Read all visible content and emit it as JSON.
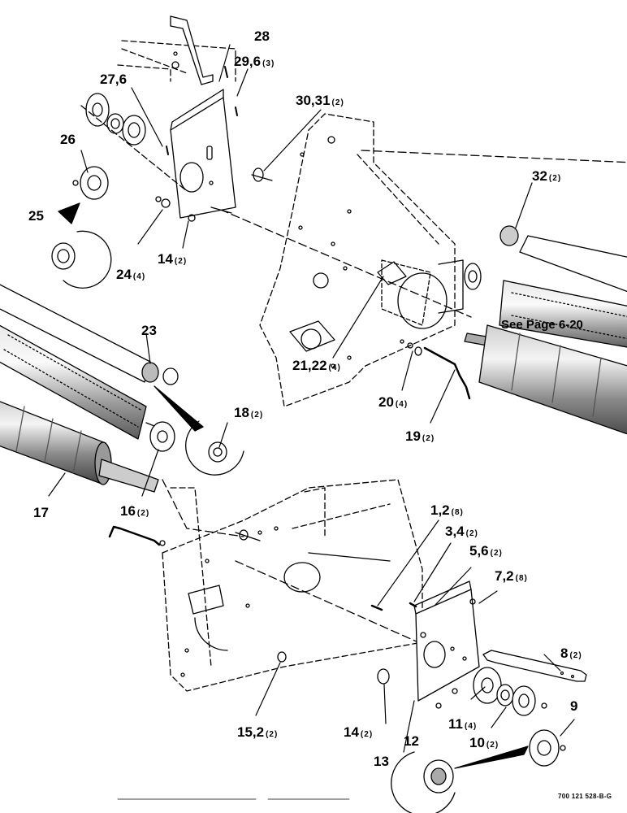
{
  "labels": [
    {
      "id": "28",
      "n": "28",
      "q": ""
    },
    {
      "id": "29-6",
      "n": "29,6",
      "q": "(3)"
    },
    {
      "id": "27-6",
      "n": "27,6",
      "q": ""
    },
    {
      "id": "30-31",
      "n": "30,31",
      "q": "(2)"
    },
    {
      "id": "26",
      "n": "26",
      "q": ""
    },
    {
      "id": "32",
      "n": "32",
      "q": "(2)"
    },
    {
      "id": "25",
      "n": "25",
      "q": ""
    },
    {
      "id": "14-top",
      "n": "14",
      "q": "(2)"
    },
    {
      "id": "24",
      "n": "24",
      "q": "(4)"
    },
    {
      "id": "23",
      "n": "23",
      "q": ""
    },
    {
      "id": "21-22",
      "n": "21,22",
      "q": "(4)"
    },
    {
      "id": "20",
      "n": "20",
      "q": "(4)"
    },
    {
      "id": "18",
      "n": "18",
      "q": "(2)"
    },
    {
      "id": "19",
      "n": "19",
      "q": "(2)"
    },
    {
      "id": "16",
      "n": "16",
      "q": "(2)"
    },
    {
      "id": "17",
      "n": "17",
      "q": ""
    },
    {
      "id": "1-2",
      "n": "1,2",
      "q": "(8)"
    },
    {
      "id": "3-4",
      "n": "3,4",
      "q": "(2)"
    },
    {
      "id": "5-6",
      "n": "5,6",
      "q": "(2)"
    },
    {
      "id": "7-2",
      "n": "7,2",
      "q": "(8)"
    },
    {
      "id": "8",
      "n": "8",
      "q": "(2)"
    },
    {
      "id": "9",
      "n": "9",
      "q": ""
    },
    {
      "id": "11",
      "n": "11",
      "q": "(4)"
    },
    {
      "id": "10",
      "n": "10",
      "q": "(2)"
    },
    {
      "id": "15-2",
      "n": "15,2",
      "q": "(2)"
    },
    {
      "id": "14-bot",
      "n": "14",
      "q": "(2)"
    },
    {
      "id": "13",
      "n": "13",
      "q": ""
    },
    {
      "id": "12",
      "n": "12",
      "q": ""
    }
  ],
  "note": "See Page 6-20",
  "drawing_code": "700 121 528-B-G"
}
